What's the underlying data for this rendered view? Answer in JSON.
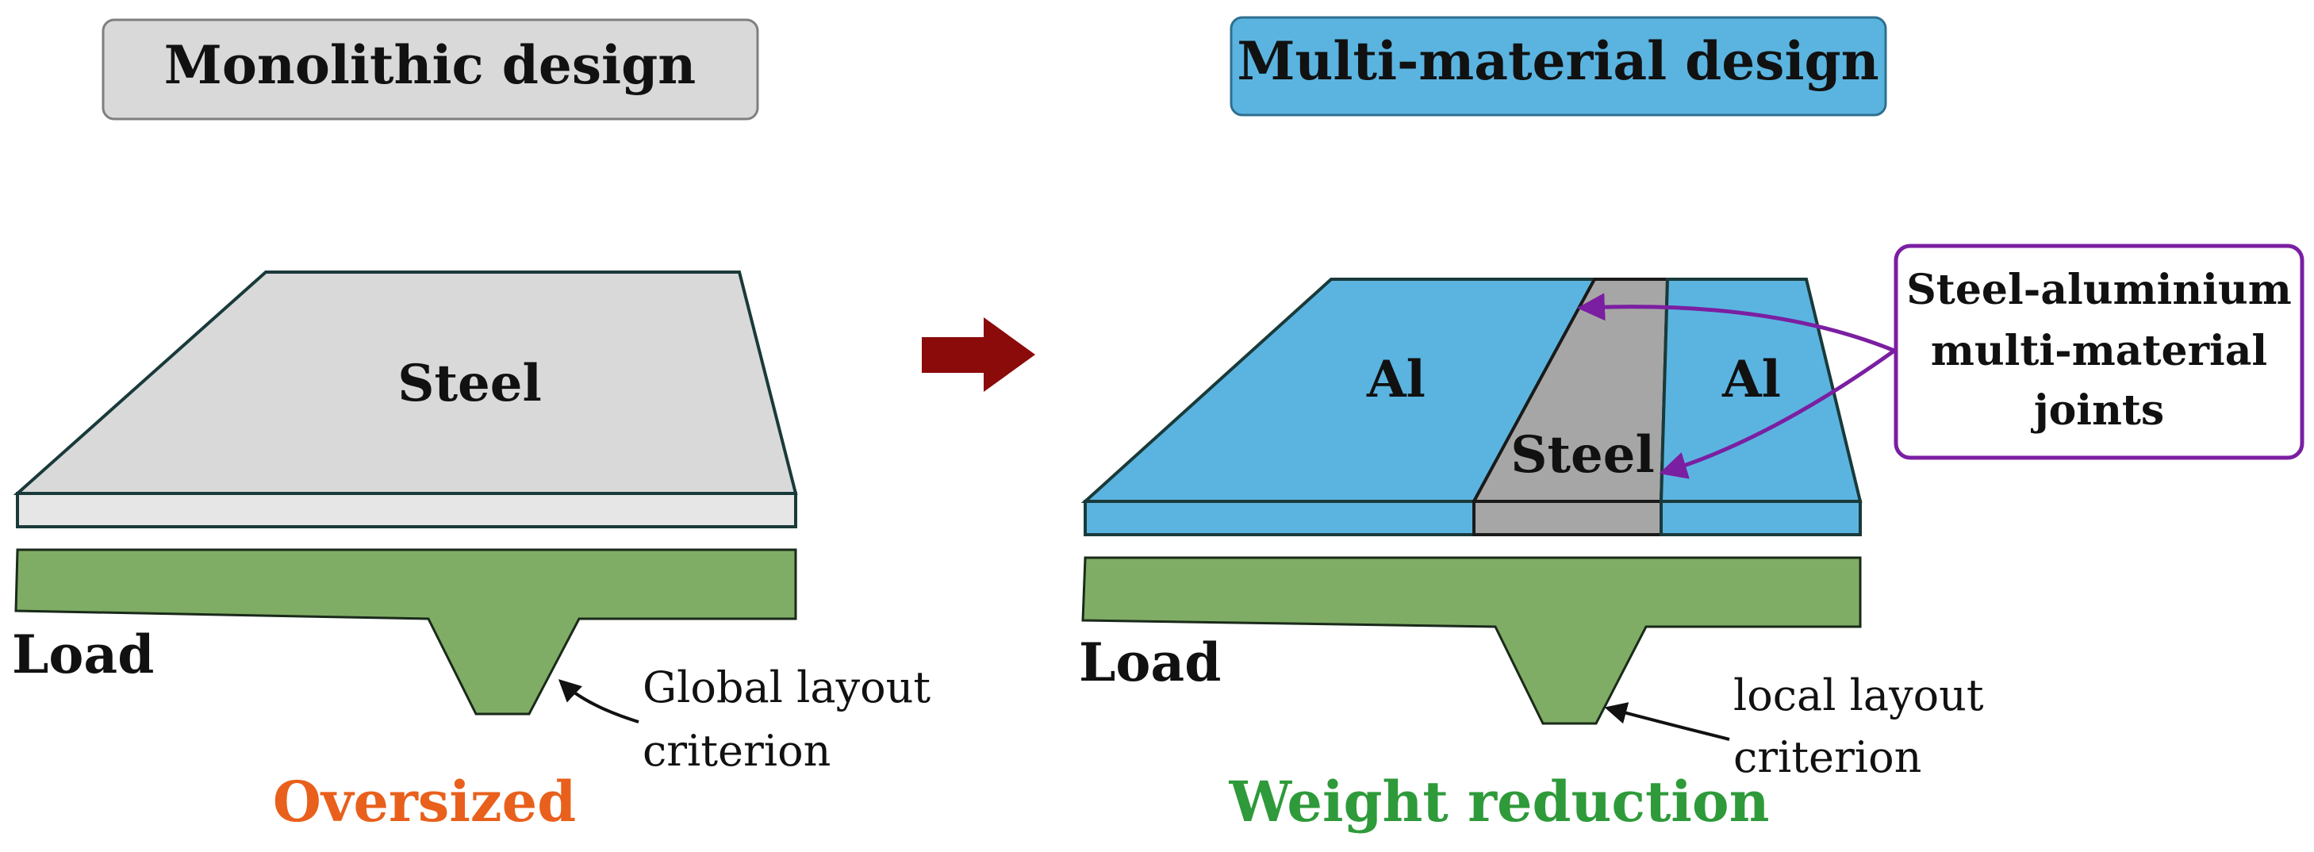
{
  "left": {
    "title": "Monolithic design",
    "plate_label": "Steel",
    "load_label": "Load",
    "criterion_lines": [
      "Global layout",
      "criterion"
    ],
    "result": "Oversized",
    "result_color": "#E8601C"
  },
  "right": {
    "title": "Multi-material design",
    "al_left_label": "Al",
    "al_right_label": "Al",
    "steel_label": "Steel",
    "load_label": "Load",
    "criterion_lines": [
      "local layout",
      "criterion"
    ],
    "result": "Weight reduction",
    "result_color": "#2E9A3A"
  },
  "joints_callout_lines": [
    "Steel-aluminium",
    "multi-material",
    "joints"
  ],
  "colors": {
    "steel": "#D9D9D9",
    "steel_dark": "#A6A6A6",
    "aluminium": "#5BB4E0",
    "load": "#7FAD65",
    "arrow": "#8B0A0A",
    "callout": "#7B1FA2"
  }
}
